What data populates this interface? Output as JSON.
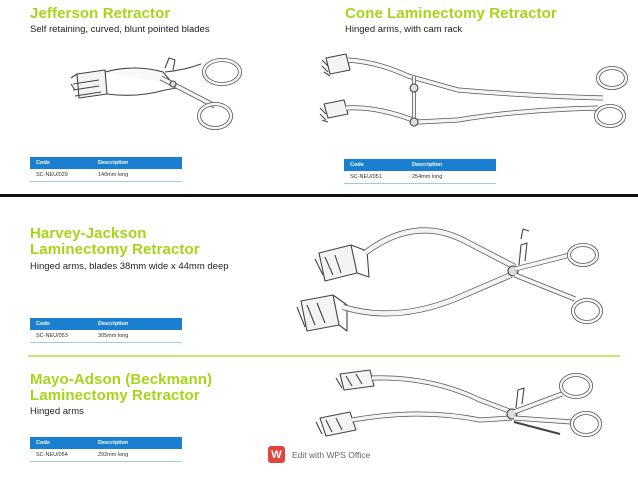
{
  "products": [
    {
      "title": "Jefferson Retractor",
      "subtitle": "Self retaining, curved, blunt pointed blades",
      "table": {
        "headers": [
          "Code",
          "Description"
        ],
        "row": [
          "SC-NEU/029",
          "140mm long"
        ]
      }
    },
    {
      "title": "Cone Laminectomy Retractor",
      "subtitle": "Hinged arms, with cam rack",
      "table": {
        "headers": [
          "Code",
          "Description"
        ],
        "row": [
          "SC-NEU/051",
          "254mm long"
        ]
      }
    },
    {
      "title_line1": "Harvey-Jackson",
      "title_line2": "Laminectomy Retractor",
      "subtitle": "Hinged arms, blades 38mm wide x 44mm deep",
      "table": {
        "headers": [
          "Code",
          "Description"
        ],
        "row": [
          "SC-NEU/053",
          "305mm long"
        ]
      }
    },
    {
      "title_line1": "Mayo-Adson (Beckmann)",
      "title_line2": "Laminectomy Retractor",
      "subtitle": "Hinged arms",
      "table": {
        "headers": [
          "Code",
          "Description"
        ],
        "row": [
          "SC-NEU/054",
          "292mm long"
        ]
      }
    }
  ],
  "watermark": {
    "logo_letter": "W",
    "text": "Edit with WPS Office"
  },
  "colors": {
    "title_green": "#a8d418",
    "table_header_blue": "#1a7fd0",
    "divider_black": "#111111",
    "divider_green": "#c6ea6e",
    "wps_red": "#e0463e"
  }
}
